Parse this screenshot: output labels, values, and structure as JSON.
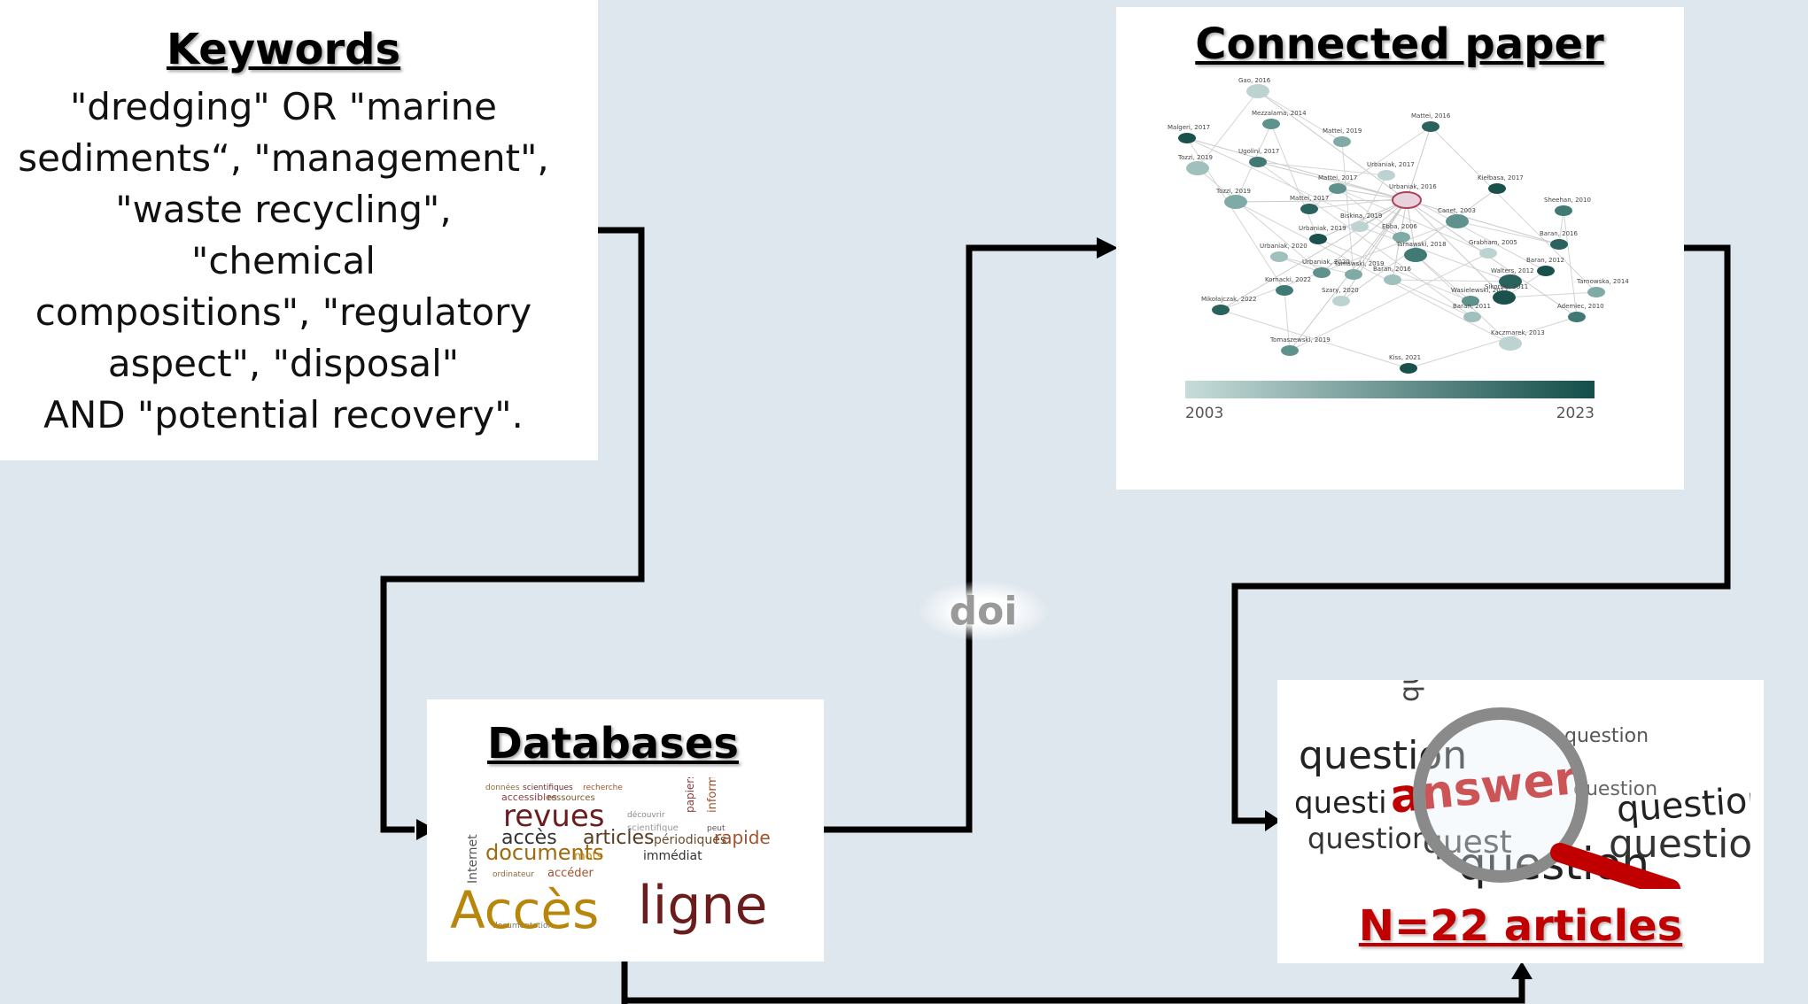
{
  "keywords": {
    "title": "Keywords",
    "lines": [
      "\"dredging\" OR \"marine",
      "sediments“, \"management\",",
      "\"waste recycling\", \"chemical",
      "compositions\", \"regulatory",
      "aspect\", \"disposal\"",
      "AND \"potential recovery\"."
    ]
  },
  "connected": {
    "title": "Connected paper",
    "scale_min": "2003",
    "scale_max": "2023",
    "node_labels": [
      "Gao, 2016",
      "Mezzalama, 2014",
      "Malgeri, 2017",
      "Mattei, 2019",
      "Mattei, 2016",
      "Tozzi, 2019",
      "Ugolini, 2017",
      "Urbaniak, 2017",
      "Mattei, 2017",
      "Kiełbasa, 2017",
      "Tozzi, 2019",
      "Mattei, 2017",
      "Urbaniak, 2016",
      "Sheehan, 2010",
      "Biskina, 2019",
      "Canet, 2003",
      "Urbaniak, 2019",
      "Ebba, 2006",
      "Baran, 2016",
      "Urbaniak, 2020",
      "Tarnawski, 2018",
      "Grabham, 2005",
      "Urbaniak, 2020",
      "Baran, 2012",
      "Tarnawski, 2019",
      "Walters, 2012",
      "Baran, 2016",
      "Kornacki, 2022",
      "Szary, 2020",
      "Wasielewski, 2017",
      "Sikorski, 2011",
      "Tarnowska, 2014",
      "Mikołajczak, 2022",
      "Baran, 2011",
      "Ademiec, 2010",
      "Kaczmarek, 2013",
      "Tomaszewski, 2019",
      "Kiss, 2021"
    ]
  },
  "databases": {
    "title": "Databases",
    "cloud_words": [
      "données",
      "scientifiques",
      "recherche",
      "accessibles",
      "ressources",
      "revues",
      "accès",
      "articles",
      "documents",
      "mots",
      "immédiat",
      "rapide",
      "périodiques",
      "Internet",
      "ordinateur",
      "accéder",
      "documentation",
      "Accès",
      "ligne",
      "information",
      "papiers",
      "scientifique",
      "peut",
      "découvrir"
    ]
  },
  "doi": {
    "label": "doi"
  },
  "answer": {
    "words": [
      "question",
      "questi",
      "questi",
      "question",
      "question",
      "answer",
      "question",
      "quest",
      "question",
      "question",
      "question"
    ],
    "count": "N=22 articles"
  },
  "colors": {
    "background": "#dfe7ee",
    "arrow": "#000000",
    "accent_red": "#c00000",
    "node_light": "#c7dcda",
    "node_dark": "#134e4a"
  }
}
